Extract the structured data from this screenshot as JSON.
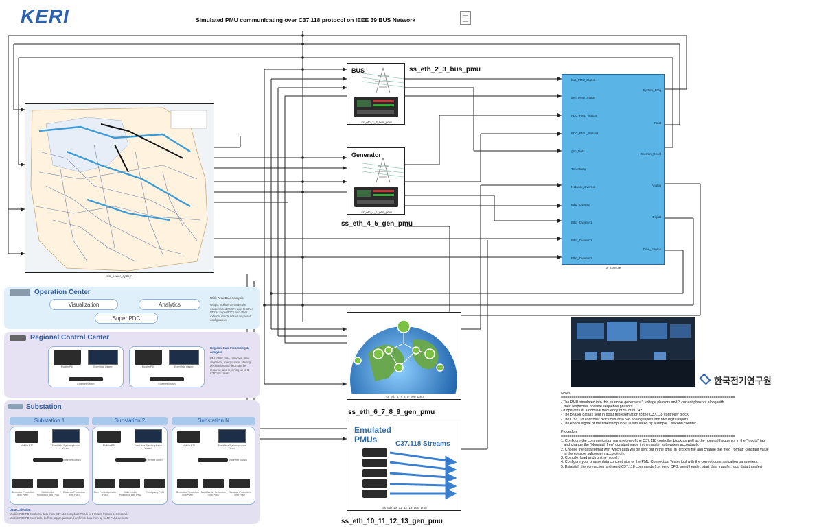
{
  "header": {
    "logo": "KERI",
    "title": "Simulated PMU communicating over C37.118 protocol on IEEE 39 BUS Network",
    "doc_icon": "document-icon"
  },
  "blocks": {
    "power_system": {
      "label": "sm_power_system"
    },
    "bus_pmu": {
      "tag": "BUS",
      "label": "ss_eth_2_3_bus_pmu",
      "big_label": "ss_eth_2_3_bus_pmu"
    },
    "gen_pmu": {
      "tag": "Generator",
      "label": "ss_eth_4_5_gen_pmu",
      "big_label": "ss_eth_4_5_gen_pmu"
    },
    "globe_pmu": {
      "label": "ss_eth_6_7_8_9_gen_pmu",
      "big_label": "ss_eth_6_7_8_9_gen_pmu"
    },
    "emulated_pmu": {
      "title_line1": "Emulated",
      "title_line2": "PMUs",
      "streams": "C37.118 Streams",
      "label": "ss_eth_10_11_12_13_gen_pmu",
      "big_label": "ss_eth_10_11_12_13_gen_pmu"
    },
    "console": {
      "label": "sc_console",
      "inputs": [
        "bus_PMU_Status",
        "gen_PMU_Status",
        "PDC_PMU_Status",
        "PDC_PMU_Status1",
        "gen_Data",
        "Timestamp",
        "Network_Overrun",
        "Eth2_Overrun",
        "Eth7_Overrun1",
        "Eth7_Overrun2",
        "Eth7_Overrun3"
      ],
      "outputs": [
        "System_Freq",
        "Fault",
        "Overrun_Reset",
        "Analog",
        "Digital",
        "Time_Source"
      ]
    }
  },
  "architecture": {
    "operation_center": {
      "title": "Operation Center",
      "visualization": "Visualization",
      "analytics": "Analytics",
      "super_pdc": "Super PDC",
      "side_title": "Wide Area Data Analysis",
      "side_text": "Output module transmits the concentrated PMU's data to other PDCs, SuperPDCs and other external clients based on preset configuration"
    },
    "regional": {
      "title": "Regional Control Center",
      "side_title": "Regional Data Processing &/ Analysis",
      "side_text": "PMU/PDC data collection, time alignment, interpolation, filtering, decimation and decimate be required, and reporting up to 8 C37.118 clients",
      "device_a": "Multilin P30",
      "device_b": "EnerVista Viewer",
      "switch": "Ethernet Switch"
    },
    "substation": {
      "title": "Substation",
      "columns": [
        {
          "name": "Substation 1",
          "items": [
            "Generator Protection with PMU",
            "Multi-feeder Protection with PMU",
            "Distance Protection with PMU"
          ]
        },
        {
          "name": "Substation 2",
          "items": [
            "Line Protection with PMU",
            "Multi-feeder Protection with PMU",
            "Third-party PMU"
          ]
        },
        {
          "name": "Substation N",
          "items": [
            "Generator Protection with PMU",
            "Multi-feeder Protection with PMU",
            "Distance Protection with PMU"
          ]
        }
      ],
      "device_a": "Multilin P30",
      "device_b": "EnerVista Synchrophasor Viewer",
      "switch": "Ethernet Switch",
      "data_title": "Data Collection",
      "data_line1": "Multilin P30 PDC collects data from C37.118 compliant PMUs at 1 to 120 frames per second.",
      "data_line2": "Multilin P30 PDC extracts, buffers, aggregates and archives data from up to 40 PMU devices."
    }
  },
  "control_room": {
    "brand_kr": "한국전기연구원"
  },
  "notes": {
    "heading": "Notes",
    "rule": "==================================================================================",
    "lines": [
      "- The PMU simulated into this example generates 3 voltage phasors and 3 current phasors along with",
      "   their respective positive sequence phasors",
      "- It operates at a nominal frequency of 50 or 60 Hz",
      "- The phasor data is sent in polar representation to the C37.118 controller block",
      "- The C37.118 controller block has also two analog inputs and two digital inputs",
      "- The epoch signal of the timestamp input is simulated by a simple 1 second counter"
    ],
    "procedure_heading": "Procedure",
    "procedure": [
      "1. Configure the communication parameters of the C37.118 controller block as well as the nominal frequency in the \"Inputs\" tab",
      "   and change the \"Nominal_freq\" constant value in the master subsystem accordingly.",
      "2. Choose the data format with which data will be sent out in the pmu_in_cfg.xml file and change the \"freq_format\" constant value",
      "   in the console subsystem accordingly.",
      "3. Compile, load and run the model.",
      "4. Configure your phasor data concentrator or the PMU Connection Tester tool with the correct communication parameters.",
      "5. Establish the connection and send C37.118 commands (i.e. send CFG, send header, start data transfer, stop data transfer)"
    ]
  }
}
